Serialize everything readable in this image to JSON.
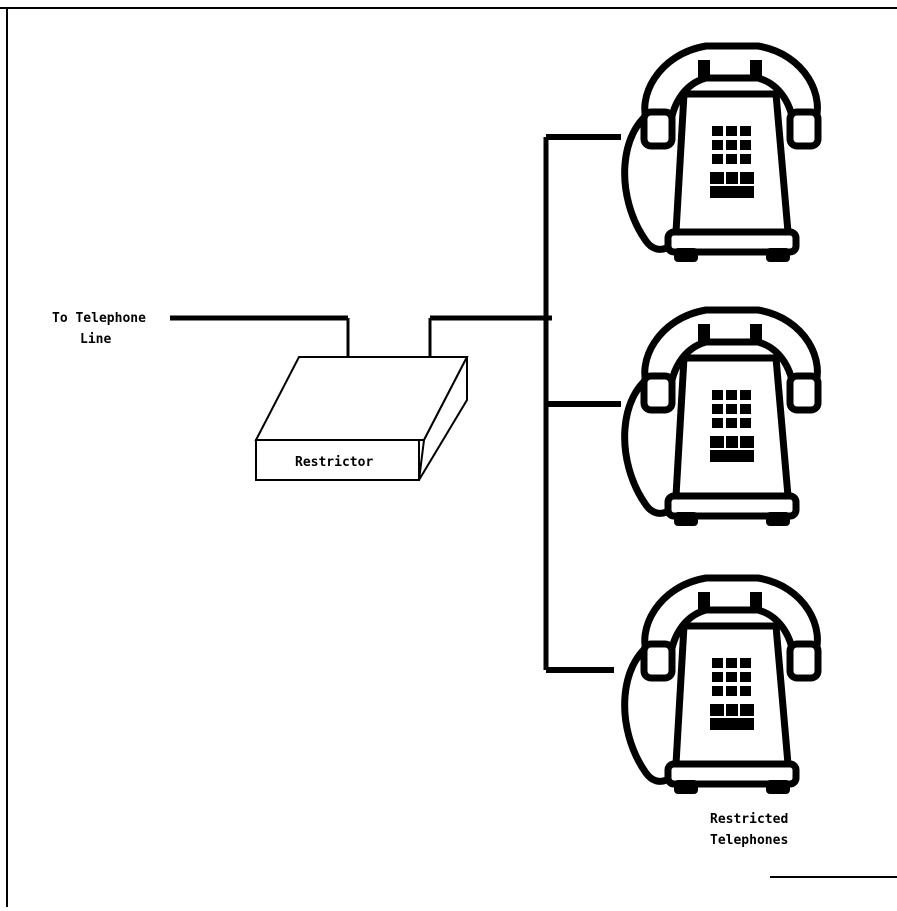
{
  "diagram": {
    "line_label": [
      "To Telephone",
      "Line"
    ],
    "restrictor_label": "Restrictor",
    "phones_label": [
      "Restricted",
      "Telephones"
    ],
    "phone_count": 3,
    "ink_color": "#000000",
    "paper_color": "#ffffff",
    "icons": {
      "telephone": "desk-telephone-icon",
      "restrictor": "restrictor-box-icon"
    }
  }
}
